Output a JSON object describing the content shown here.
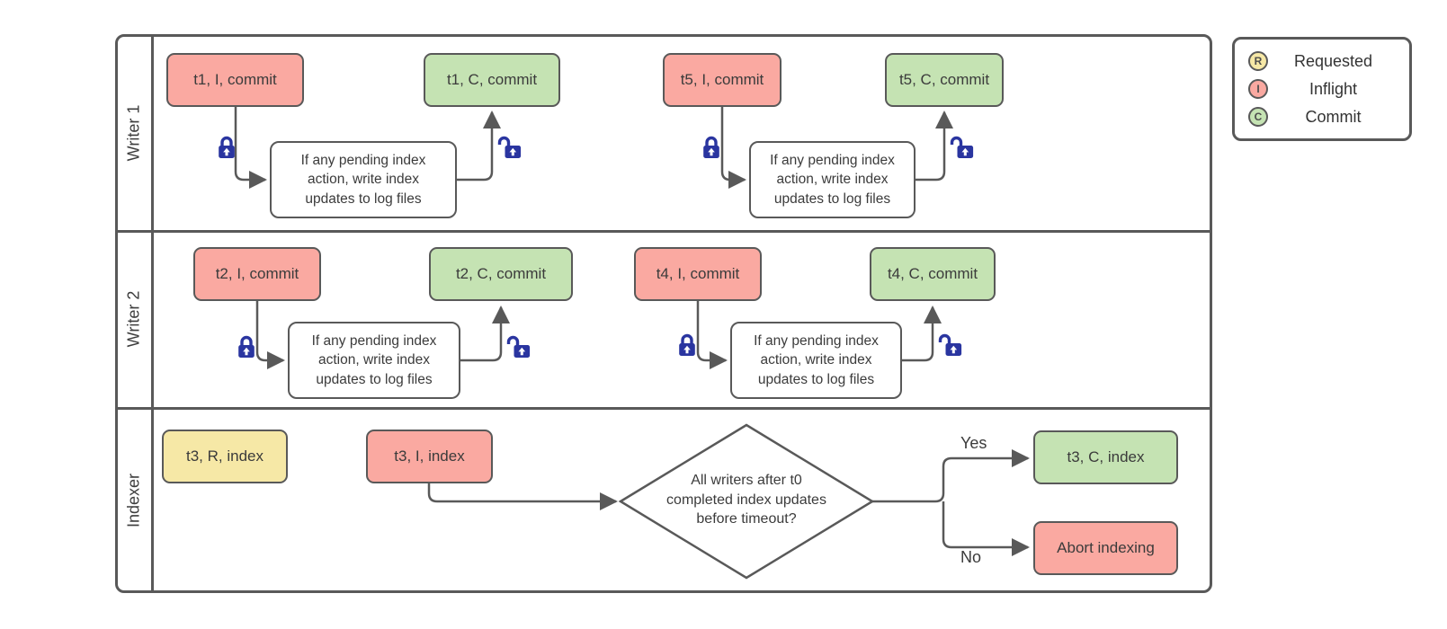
{
  "lanes": [
    {
      "label": "Writer 1"
    },
    {
      "label": "Writer 2"
    },
    {
      "label": "Indexer"
    }
  ],
  "nodes": {
    "t1_inflight": "t1, I, commit",
    "t1_commit": "t1, C, commit",
    "t5_inflight": "t5, I, commit",
    "t5_commit": "t5, C, commit",
    "t2_inflight": "t2, I, commit",
    "t2_commit": "t2, C, commit",
    "t4_inflight": "t4, I, commit",
    "t4_commit": "t4, C, commit",
    "t3_requested": "t3, R, index",
    "t3_inflight": "t3, I, index",
    "t3_commit": "t3, C, index",
    "abort": "Abort indexing"
  },
  "process_note_lines": [
    "If any pending index",
    "action, write index",
    "updates to log files"
  ],
  "decision_lines": [
    "All writers after t0",
    "completed index updates",
    "before timeout?"
  ],
  "branch_labels": {
    "yes": "Yes",
    "no": "No"
  },
  "legend": {
    "items": [
      {
        "letter": "R",
        "label": "Requested"
      },
      {
        "letter": "I",
        "label": "Inflight"
      },
      {
        "letter": "C",
        "label": "Commit"
      }
    ]
  },
  "colors": {
    "requested_fill": "#F6E8A6",
    "inflight_fill": "#FAA9A1",
    "commit_fill": "#C5E3B3",
    "stroke": "#595959",
    "lock_blue": "#2A35A0"
  }
}
